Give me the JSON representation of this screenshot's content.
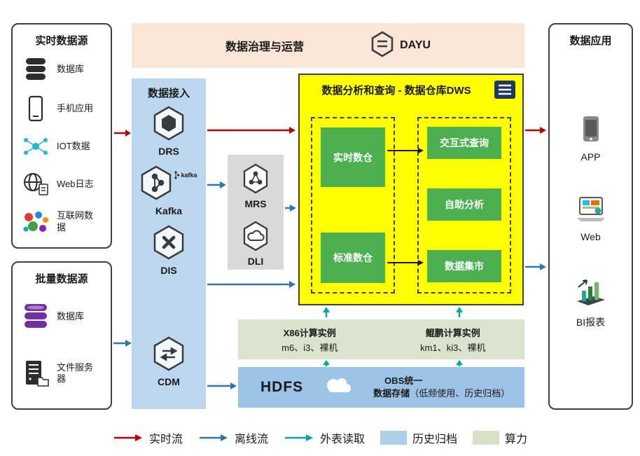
{
  "colors": {
    "realtime_flow": "#c00000",
    "offline_flow": "#2e75b6",
    "external_read": "#00a99d",
    "history_archive": "#aecfe8",
    "compute_power": "#d8e0c6",
    "dws_background": "#ffff00",
    "module_green": "#4caf50",
    "governance_background": "#fbe5d6",
    "ingestion_background": "#bdd7ee",
    "hdfs_background": "#9cc3e6",
    "services_background": "#d9d9d9",
    "batch_database_purple": "#7030a0"
  },
  "realtime_sources": {
    "title": "实时数据源",
    "items": [
      {
        "label": "数据库",
        "icon": "database-icon"
      },
      {
        "label": "手机应用",
        "icon": "phone-icon"
      },
      {
        "label": "IOT数据",
        "icon": "iot-icon"
      },
      {
        "label": "Web日志",
        "icon": "web-log-icon"
      },
      {
        "label": "互联网数据",
        "icon": "internet-data-icon"
      }
    ]
  },
  "batch_sources": {
    "title": "批量数据源",
    "items": [
      {
        "label": "数据库",
        "icon": "purple-database-icon"
      },
      {
        "label": "文件服务器",
        "icon": "file-server-icon"
      }
    ]
  },
  "governance": {
    "title": "数据治理与运营",
    "brand": "DAYU"
  },
  "ingestion": {
    "title": "数据接入",
    "items": [
      {
        "label": "DRS"
      },
      {
        "label": "Kafka",
        "brand_mark": "kafka"
      },
      {
        "label": "DIS"
      },
      {
        "label": "CDM"
      }
    ]
  },
  "services": {
    "items": [
      {
        "label": "MRS"
      },
      {
        "label": "DLI"
      }
    ]
  },
  "dws": {
    "title": "数据分析和查询 - 数据仓库DWS",
    "left_modules": [
      {
        "label": "实时数仓"
      },
      {
        "label": "标准数仓"
      }
    ],
    "right_modules": [
      {
        "label": "交互式查询"
      },
      {
        "label": "自助分析"
      },
      {
        "label": "数据集市"
      }
    ]
  },
  "compute": {
    "groups": [
      {
        "title": "X86计算实例",
        "specs": "m6、i3、裸机"
      },
      {
        "title": "鲲鹏计算实例",
        "specs": "km1、ki3、裸机"
      }
    ]
  },
  "storage": {
    "hdfs": "HDFS",
    "obs_line1": "OBS统一",
    "obs_line2": "数据存储",
    "obs_note": "（低频使用、历史归档）"
  },
  "applications": {
    "title": "数据应用",
    "items": [
      {
        "label": "APP",
        "icon": "app-phone-icon"
      },
      {
        "label": "Web",
        "icon": "web-app-icon"
      },
      {
        "label": "BI报表",
        "icon": "bi-report-icon"
      }
    ]
  },
  "legend": {
    "items": [
      {
        "label": "实时流",
        "type": "arrow",
        "color": "#c00000"
      },
      {
        "label": "离线流",
        "type": "arrow",
        "color": "#2e75b6"
      },
      {
        "label": "外表读取",
        "type": "arrow",
        "color": "#00a99d"
      },
      {
        "label": "历史归档",
        "type": "box",
        "color": "#aecfe8"
      },
      {
        "label": "算力",
        "type": "box",
        "color": "#d8e0c6"
      }
    ]
  }
}
